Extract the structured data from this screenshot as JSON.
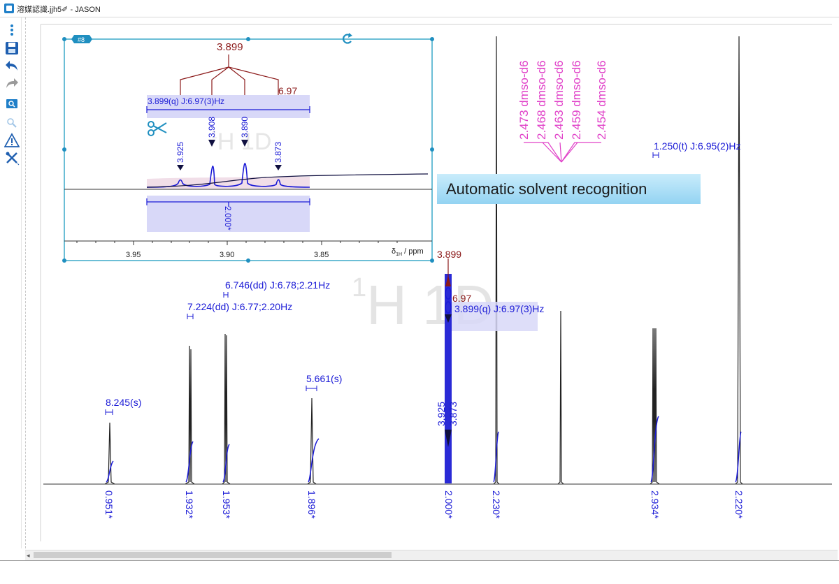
{
  "window": {
    "title": "溶媒認識.jjh5✐ - JASON"
  },
  "toolbar": {
    "items": [
      "more-icon",
      "save-icon",
      "undo-icon",
      "redo-icon",
      "zoom-icon",
      "search-icon",
      "warning-icon",
      "tools-icon"
    ]
  },
  "banner": {
    "text": "Automatic solvent recognition"
  },
  "spectrum": {
    "watermark": {
      "sup": "1",
      "main": "H 1D"
    },
    "peak_labels": [
      {
        "text": "8.245(s)"
      },
      {
        "text": "7.224(dd) J:6.77;2.20Hz"
      },
      {
        "text": "6.746(dd) J:6.78;2.21Hz"
      },
      {
        "text": "5.661(s)"
      },
      {
        "text": "3.899(q) J:6.97(3)Hz"
      },
      {
        "text": "1.250(t) J:6.95(2)Hz"
      }
    ],
    "multiplet_tree": {
      "center": "3.899",
      "coupling": "6.97"
    },
    "marker_values": [
      "3.925",
      "3.908",
      "3.890",
      "3.873"
    ],
    "solvent_labels": [
      "2.473 dmso-d6",
      "2.468 dmso-d6",
      "2.463 dmso-d6",
      "2.459 dmso-d6",
      "2.454 dmso-d6"
    ],
    "integrals": [
      "0.951*",
      "1.932*",
      "1.953*",
      "1.896*",
      "2.000*",
      "2.230*",
      "2.934*",
      "2.220*"
    ]
  },
  "inset": {
    "badge": "#8",
    "watermark": {
      "sup": "1",
      "main": "H 1D"
    },
    "multiplet_tree": {
      "center": "3.899",
      "coupling": "6.97"
    },
    "multiplet_label": "3.899(q) J:6.97(3)Hz",
    "peaks": [
      "3.925",
      "3.908",
      "3.890",
      "3.873"
    ],
    "integral": "2.000*",
    "axis": {
      "ticks": [
        "3.95",
        "3.90",
        "3.85"
      ],
      "label": "δ1H / ppm",
      "label_main": "δ",
      "label_sub": "1H",
      "label_unit": " / ppm"
    }
  },
  "colors": {
    "text_blue": "#1a1ad6",
    "tree_red": "#8b1a1a",
    "solvent_pink": "#e040c8",
    "inset_border": "#3aa8c8",
    "banner": "#93d3f2"
  }
}
